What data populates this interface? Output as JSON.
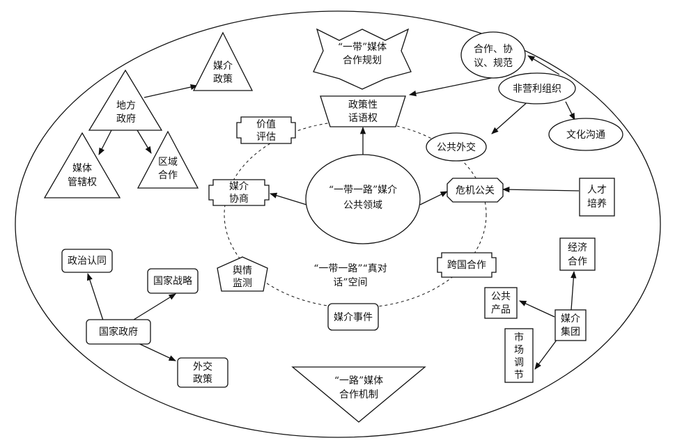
{
  "nodes": {
    "core": [
      "“一带一路”媒介",
      "公共领域"
    ],
    "ring_label": [
      "“一带一路”“真对",
      "话”空间"
    ],
    "belt_plan": [
      "“一带”媒体",
      "合作规划"
    ],
    "road_mechanism": [
      "“一路”媒体",
      "合作机制"
    ],
    "discourse": [
      "政策性",
      "话语权"
    ],
    "value_eval": [
      "价值",
      "评估"
    ],
    "media_consult": [
      "媒介",
      "协商"
    ],
    "opinion_monitor": [
      "舆情",
      "监测"
    ],
    "media_event": [
      "媒介事件"
    ],
    "cross_coop": [
      "跨国合作"
    ],
    "crisis_pr": [
      "危机公关"
    ],
    "public_diplomacy": [
      "公共外交"
    ],
    "nonprofit": [
      "非营利组织"
    ],
    "coop_agree": [
      "合作、协",
      "议、规范"
    ],
    "culture_comm": [
      "文化沟通"
    ],
    "talent": [
      "人才",
      "培养"
    ],
    "local_gov": [
      "地方",
      "政府"
    ],
    "media_policy": [
      "媒介",
      "政策"
    ],
    "media_jurisdiction": [
      "媒体",
      "管辖权"
    ],
    "regional_coop": [
      "区域",
      "合作"
    ],
    "national_gov": [
      "国家政府"
    ],
    "political_identity": [
      "政治认同"
    ],
    "national_strategy": [
      "国家战略"
    ],
    "foreign_policy": [
      "外交",
      "政策"
    ],
    "media_group": [
      "媒介",
      "集团"
    ],
    "economic_coop": [
      "经济",
      "合作"
    ],
    "public_product": [
      "公共",
      "产品"
    ],
    "market_adjust": [
      "市",
      "场",
      "调",
      "节"
    ]
  }
}
